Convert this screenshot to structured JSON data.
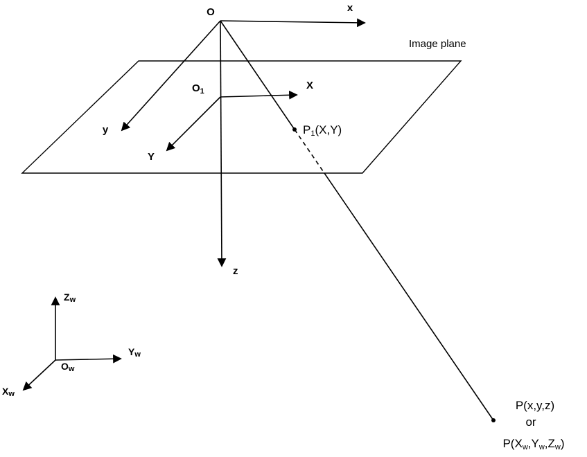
{
  "diagram": {
    "ink_color": "#000000",
    "background_color": "#ffffff",
    "image_plane_label": "Image plane",
    "camera_frame": {
      "origin_label": "O",
      "x_axis_label": "x",
      "y_axis_label": "y",
      "z_axis_label": "z"
    },
    "image_frame": {
      "origin_label": {
        "base": "O",
        "sub": "1"
      },
      "x_axis_label": "X",
      "y_axis_label": "Y"
    },
    "image_point_label": {
      "base": "P",
      "sub": "1",
      "rest": "(X,Y)"
    },
    "world_point_label": {
      "line1": "P(x,y,z)",
      "line2": "or",
      "line3_parts": [
        "P(X",
        "w",
        ",Y",
        "w",
        ",Z",
        "w",
        ")"
      ]
    },
    "world_frame": {
      "origin_label": {
        "base": "O",
        "sub": "w"
      },
      "x_axis_label": {
        "base": "X",
        "sub": "w"
      },
      "y_axis_label": {
        "base": "Y",
        "sub": "w"
      },
      "z_axis_label": {
        "base": "Z",
        "sub": "w"
      }
    }
  }
}
